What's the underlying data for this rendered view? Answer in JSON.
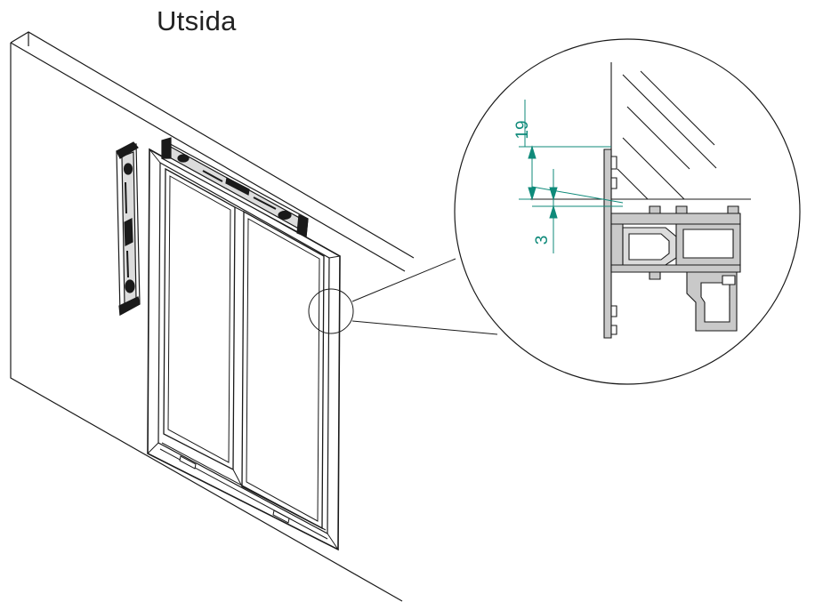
{
  "title": "Utsida",
  "dimensions": {
    "upper": "19",
    "lower": "3"
  },
  "colors": {
    "line": "#1a1a1a",
    "dimension": "#0f8a7a",
    "profile_fill": "#c9c9c9",
    "background": "#ffffff"
  }
}
